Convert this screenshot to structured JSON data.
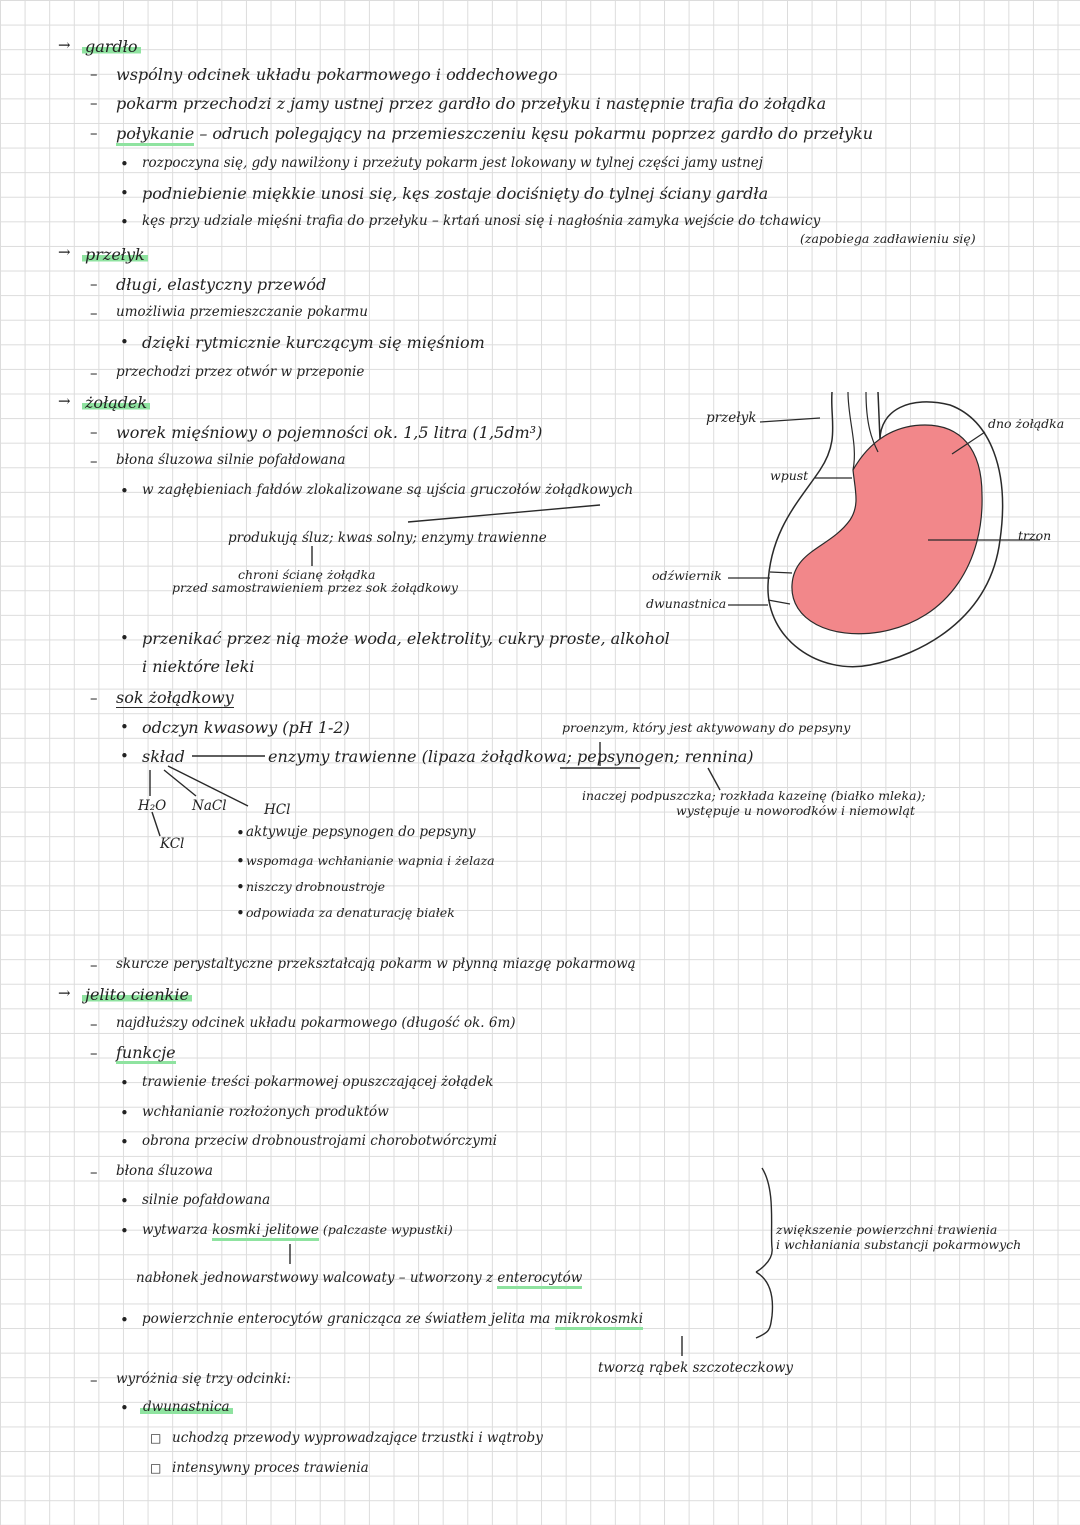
{
  "sections": {
    "gardlo": {
      "heading": "gardło",
      "l1": "wspólny odcinek układu pokarmowego i oddechowego",
      "l2": "pokarm przechodzi z jamy ustnej przez gardło do przełyku i następnie trafia do żołądka",
      "l3_term": "połykanie",
      "l3_rest": " – odruch polegający na przemieszczeniu kęsu pokarmu poprzez gardło do przełyku",
      "b1": "rozpoczyna się, gdy nawilżony i przeżuty pokarm jest lokowany w tylnej części jamy ustnej",
      "b2": "podniebienie miękkie unosi się, kęs zostaje dociśnięty do tylnej ściany gardła",
      "b3": "kęs przy udziale mięśni trafia do przełyku – krtań unosi się i nagłośnia zamyka wejście do tchawicy",
      "b3_note": "(zapobiega zadławieniu się)"
    },
    "przelyk": {
      "heading": "przełyk",
      "l1": "długi, elastyczny przewód",
      "l2": "umożliwia przemieszczanie pokarmu",
      "b1": "dzięki rytmicznie kurczącym się mięśniom",
      "l3": "przechodzi przez otwór w przeponie"
    },
    "zoladek": {
      "heading": "żołądek",
      "l1": "worek mięśniowy o pojemności ok. 1,5 litra (1,5dm³)",
      "l2": "błona śluzowa silnie pofałdowana",
      "b1": "w zagłębieniach fałdów zlokalizowane są ujścia gruczołów żołądkowych",
      "produce": "produkują śluz; kwas solny; enzymy trawienne",
      "protect1": "chroni ścianę żołądka",
      "protect2": "przed samostrawieniem przez sok żołądkowy",
      "b2a": "przenikać przez nią może woda, elektrolity, cukry proste, alkohol",
      "b2b": "i niektóre leki",
      "sok": "sok żołądkowy",
      "odczyn": "odczyn kwasowy (pH 1-2)",
      "sklad": "skład",
      "enzymy": "enzymy trawienne (lipaza żołądkowa; pepsynogen; rennina)",
      "proenzym": "proenzym, który jest aktywowany do pepsyny",
      "podpuszczka1": "inaczej podpuszczka; rozkłada kazeinę (białko mleka);",
      "podpuszczka2": "występuje u noworodków i niemowląt",
      "h2o": "H₂O",
      "nacl": "NaCl",
      "hcl": "HCl",
      "kcl": "KCl",
      "hcl1": "aktywuje pepsynogen do pepsyny",
      "hcl2": "wspomaga wchłanianie wapnia i żelaza",
      "hcl3": "niszczy drobnoustroje",
      "hcl4": "odpowiada za denaturację białek",
      "skurcze": "skurcze perystaltyczne przekształcają pokarm w płynną miazgę pokarmową"
    },
    "diagram": {
      "przelyk": "przełyk",
      "wpust": "wpust",
      "dno": "dno żołądka",
      "trzon": "trzon",
      "odzwiernik": "odźwiernik",
      "dwunastnica": "dwunastnica",
      "fill_color": "#f2878a"
    },
    "jelito": {
      "heading": "jelito cienkie",
      "l1": "najdłuższy odcinek układu pokarmowego (długość ok. 6m)",
      "funkcje": "funkcje",
      "f1": "trawienie treści pokarmowej opuszczającej żołądek",
      "f2": "wchłanianie rozłożonych produktów",
      "f3": "obrona przeciw drobnoustrojami chorobotwórczymi",
      "blona": "błona śluzowa",
      "bl1": "silnie pofałdowana",
      "bl2_pre": "wytwarza ",
      "bl2_term": "kosmki jelitowe",
      "bl2_post": " (palczaste wypustki)",
      "nablonek_pre": "nabłonek jednowarstwowy walcowaty – utworzony z ",
      "nablonek_term": "enterocytów",
      "pow_pre": "powierzchnie enterocytów granicząca ze światłem jelita ma ",
      "pow_term": "mikrokosmki",
      "rabek": "tworzą rąbek szczoteczkowy",
      "zwiekszenie1": "zwiększenie powierzchni trawienia",
      "zwiekszenie2": "i wchłaniania substancji pokarmowych",
      "odcinki": "wyróżnia się trzy odcinki:",
      "dwunastnica": "dwunastnica",
      "d1": "uchodzą przewody wyprowadzające trzustki i wątroby",
      "d2": "intensywny proces trawienia"
    }
  }
}
